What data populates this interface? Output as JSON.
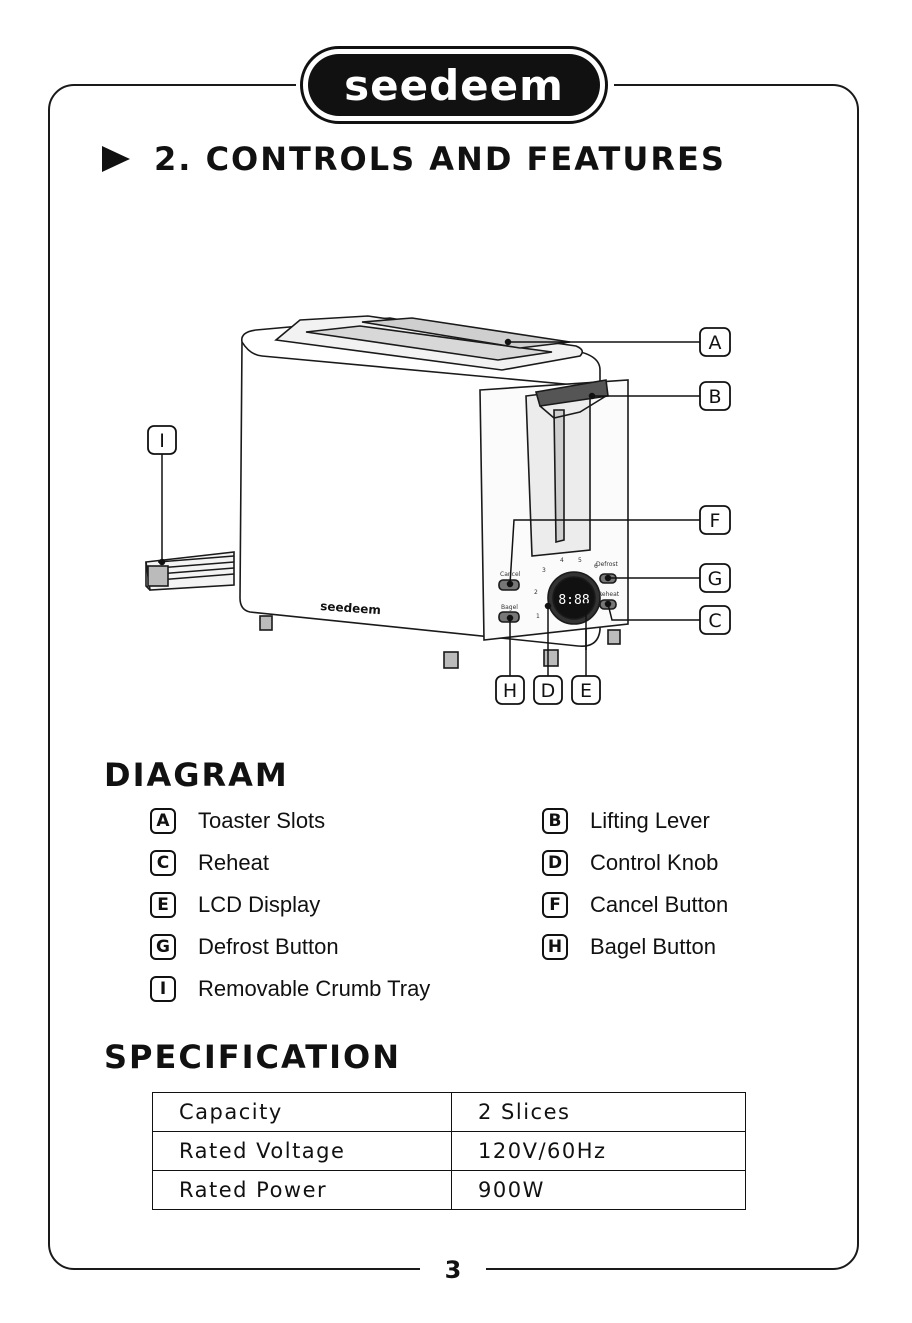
{
  "brand": "seedeem",
  "section_title": "2. CONTROLS AND FEATURES",
  "diagram": {
    "callouts": [
      "A",
      "B",
      "F",
      "G",
      "C",
      "H",
      "D",
      "E",
      "I"
    ],
    "toaster": {
      "body_logo": "seedeem",
      "button_labels": [
        "Cancel",
        "Bagel",
        "Defrost",
        "Reheat"
      ],
      "display": "8:88",
      "knob_numbers": [
        "1",
        "2",
        "3",
        "4",
        "5",
        "6"
      ]
    }
  },
  "diagram_heading": "DIAGRAM",
  "legend": [
    {
      "letter": "A",
      "text": "Toaster Slots"
    },
    {
      "letter": "B",
      "text": "Lifting Lever"
    },
    {
      "letter": "C",
      "text": "Reheat"
    },
    {
      "letter": "D",
      "text": "Control  Knob"
    },
    {
      "letter": "E",
      "text": "LCD Display"
    },
    {
      "letter": "F",
      "text": "Cancel  Button"
    },
    {
      "letter": "G",
      "text": "Defrost Button"
    },
    {
      "letter": "H",
      "text": "Bagel  Button"
    },
    {
      "letter": "I",
      "text": "Removable Crumb Tray"
    }
  ],
  "spec_heading": "SPECIFICATION",
  "spec": [
    {
      "label": "Capacity",
      "value": "2 Slices"
    },
    {
      "label": "Rated Voltage",
      "value": "120V/60Hz"
    },
    {
      "label": "Rated Power",
      "value": "900W"
    }
  ],
  "page_number": "3"
}
